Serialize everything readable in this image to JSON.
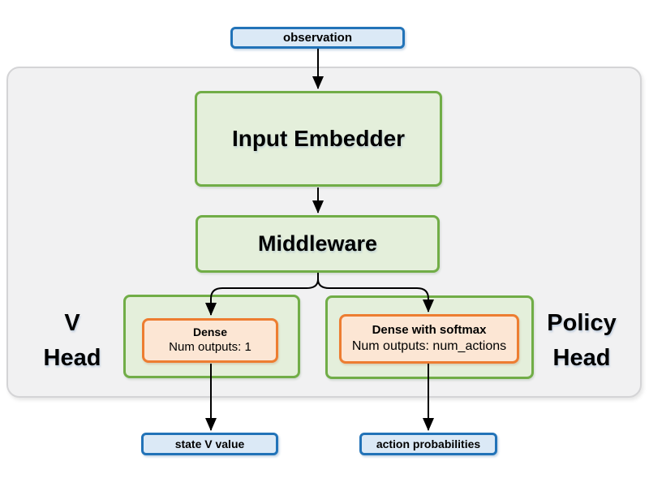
{
  "diagram": {
    "observation": "observation",
    "input_embedder": "Input Embedder",
    "middleware": "Middleware",
    "v_head": {
      "label": [
        "V",
        "Head"
      ],
      "dense": {
        "title": "Dense",
        "outputs": "Num outputs: 1"
      },
      "output": "state V value"
    },
    "policy_head": {
      "label": [
        "Policy",
        "Head"
      ],
      "dense": {
        "title": "Dense with softmax",
        "outputs": "Num outputs: num_actions"
      },
      "output": "action probabilities"
    },
    "colors": {
      "blue_border": "#2273b8",
      "blue_fill": "#dbe9f6",
      "green_border": "#71ad47",
      "green_fill": "#e4efdb",
      "orange_border": "#ed7d31",
      "orange_fill": "#fce6d4",
      "panel_fill": "#f1f1f2",
      "panel_border": "#d4d4d6",
      "arrow": "#000000"
    }
  }
}
